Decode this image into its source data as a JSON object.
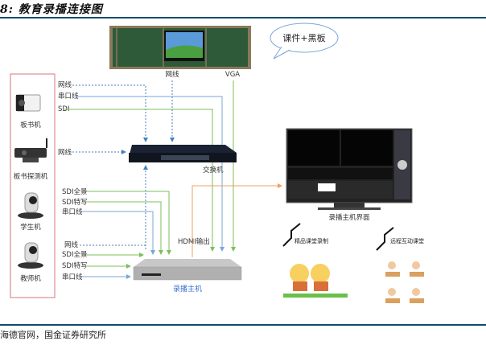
{
  "title": "8: 教育录播连接图",
  "source": "海德官网，国金证券研究所",
  "colors": {
    "rule": "#0f4c6a",
    "network_line": "#4a7fc1",
    "serial_line": "#7aa6d8",
    "sdi_line": "#7cbf5a",
    "hdmi_line": "#f0a060",
    "device_box": "#d9737e",
    "label_blue": "#3a6fd0"
  },
  "top": {
    "display_label": "课件+黑板",
    "network_label": "网线",
    "vga_label": "VGA"
  },
  "devices": [
    {
      "name": "板书机",
      "icon": "box-camera-icon"
    },
    {
      "name": "板书探测机",
      "icon": "detector-camera-icon"
    },
    {
      "name": "学生机",
      "icon": "ptz-camera-icon"
    },
    {
      "name": "教师机",
      "icon": "ptz-camera-icon"
    }
  ],
  "connections": {
    "board_camera": [
      "网线",
      "串口线",
      "SDI"
    ],
    "detector": [
      "网线"
    ],
    "student_camera": [
      "SDI全景",
      "SDI特写",
      "串口线"
    ],
    "teacher_camera": [
      "网线",
      "SDI全景",
      "SDI特写",
      "串口线"
    ]
  },
  "switch_label": "交换机",
  "recorder_label": "录播主机",
  "hdmi_label": "HDMI输出",
  "monitor_label": "录播主机界面",
  "applications": [
    {
      "label": "精品课堂录制"
    },
    {
      "label": "远程互动课堂"
    }
  ]
}
